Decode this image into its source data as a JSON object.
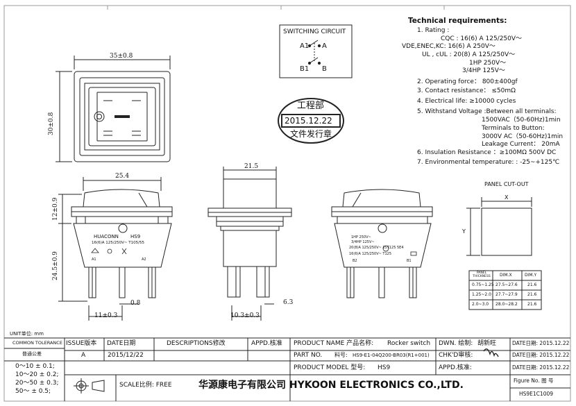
{
  "tech": {
    "title": "Technical requirements:",
    "lines": [
      "1. Rating :",
      "CQC : 16(6) A 125/250V～",
      "VDE,ENEC,KC: 16(6) A  250V～",
      "UL , cUL : 20(8) A 125/250V～",
      "1HP  250V～",
      "3/4HP  125V～",
      "2. Operating force： 800±400gf",
      "3. Contact resistance： ≤50mΩ",
      "4. Electrical life: ≥10000 cycles",
      "5. Withstand Voltage :Between all terminals:",
      "1500VAC（50-60Hz)1min",
      "Terminals to Button:",
      "3000V AC（50-60Hz)1min",
      "Leakage Current： 20mA",
      "6. Insulation Resistance  ：≥100MΩ  500V DC",
      "7. Environmental temperature: : -25~+125℃"
    ]
  },
  "switching": {
    "title": "SWITCHING CIRCUIT",
    "a1": "A1",
    "a": "A",
    "b1": "B1",
    "b": "B"
  },
  "stamp": {
    "line1": "工程部",
    "line2": "2015.12.22",
    "line3": "文件发行章"
  },
  "dims": {
    "top_w": "35±0.8",
    "top_h": "30±0.8",
    "front_w": "25.4",
    "front_h1": "12±0.9",
    "front_h2": "24.5±0.9",
    "front_pin": "11±0.3",
    "front_gap": "0.8",
    "side_w": "21.5",
    "side_pin": "10.3±0.3",
    "side_t": "6.3"
  },
  "front_label": {
    "brand": "HUACONN",
    "model": "HS9",
    "rating": "16(6)A 125/250V~ T105/55",
    "a1": "A1",
    "a2": "A2"
  },
  "back_label": {
    "l1": "1HP 250V~",
    "l2": "3/4HP 125V~",
    "l3": "20(8)A 125/250V~ 25T125 5E4",
    "l4": "16(6)A 125/250V~ T125",
    "b2": "B2",
    "b1": "B1"
  },
  "panel": {
    "title": "PANEL CUT-OUT",
    "x": "X",
    "y": "Y",
    "headers": [
      "PANEL THICKNESS",
      "DIM.X",
      "DIM.Y"
    ],
    "rows": [
      [
        "0.75~1.25",
        "27.5~27.6",
        "21.6"
      ],
      [
        "1.25~2.0",
        "27.7~27.9",
        "21.6"
      ],
      [
        "2.0~3.0",
        "28.0~28.2",
        "21.6"
      ]
    ]
  },
  "title_block": {
    "unit": "UNIT单位: mm",
    "common_tol": "COMMON TOLERANCE",
    "common_cn": "普通公差",
    "tols": [
      "0～10    ± 0.1;",
      "10～20  ± 0.2;",
      "20～50  ± 0.3;",
      "50～       ± 0.5;"
    ],
    "issue_h": "ISSUE版本",
    "issue": "A",
    "date_h": "DATE日期",
    "date": "2015/12/22",
    "desc_h": "DESCRIPTIONS修改",
    "appd_h": "APPD.核准",
    "pname_h": "PRODUCT NAME  产品名称:",
    "pname": "Rocker switch",
    "partno_h": "PART NO.",
    "partno_cn": "料号:",
    "partno": "HS9-E1-04Q200-BR03(R1+001)",
    "model_h": "PRODUCT MODEL 型号:",
    "model": "HS9",
    "dwn_h": "DWN. 绘制:",
    "dwn": "胡新旺",
    "chkd_h": "CHK'D审核:",
    "appd2_h": "APPD.核准:",
    "date1": "DATE日期: 2015.12.22",
    "date2": "DATE日期: 2015.12.22",
    "date3": "DATE日期: 2015.12.22",
    "scale": "SCALE比例: FREE",
    "company": "华源康电子有限公司  HYKOON ELECTRONICS CO.,LTD.",
    "fig_h": "Figure No.  图  号",
    "fig": "HS9E1C1009"
  }
}
